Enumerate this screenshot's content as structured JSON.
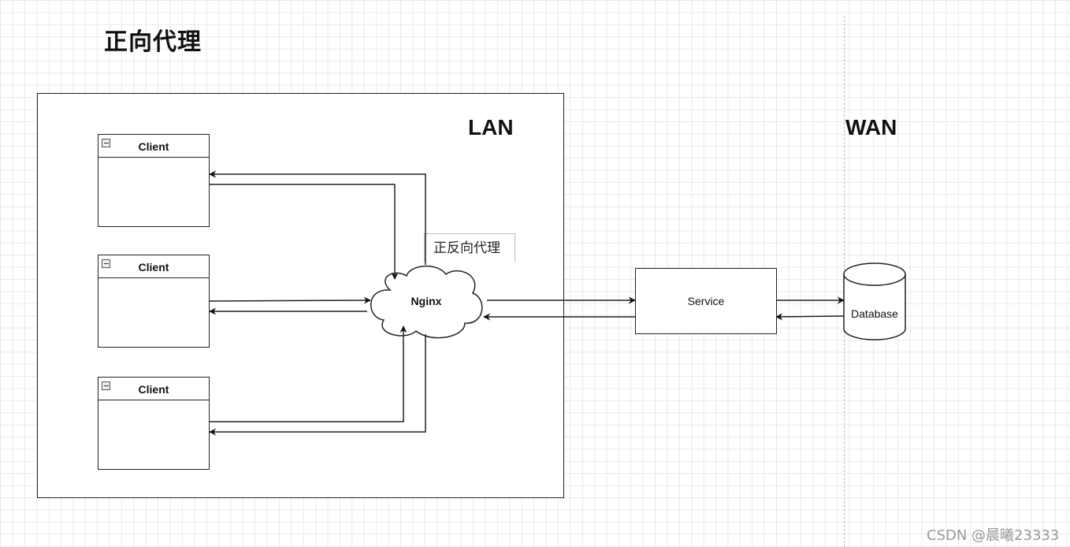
{
  "diagram": {
    "title": "正向代理",
    "zones": {
      "lan": "LAN",
      "wan": "WAN"
    },
    "clients": [
      {
        "label": "Client"
      },
      {
        "label": "Client"
      },
      {
        "label": "Client"
      }
    ],
    "proxy_label": "正反向代理",
    "nginx": "Nginx",
    "service": "Service",
    "database": "Database",
    "watermark": "CSDN @晨曦23333"
  }
}
